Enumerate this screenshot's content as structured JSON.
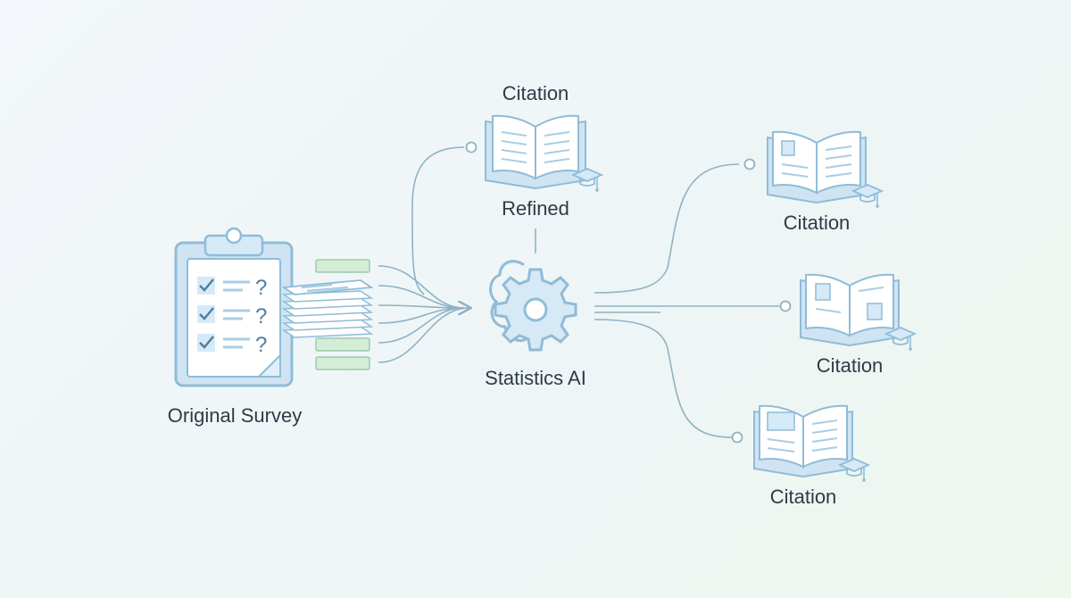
{
  "nodes": {
    "survey": {
      "label": "Original Survey"
    },
    "refined": {
      "title": "Citation",
      "label": "Refined"
    },
    "ai": {
      "label": "Statistics AI"
    },
    "citations": [
      {
        "label": "Citation"
      },
      {
        "label": "Citation"
      },
      {
        "label": "Citation"
      }
    ]
  },
  "colors": {
    "line": "#8fb2c4",
    "fill_blue": "#d6e9f7",
    "stroke_blue": "#8fbcd8",
    "green": "#cfe8d2",
    "text": "#2f3b46"
  }
}
